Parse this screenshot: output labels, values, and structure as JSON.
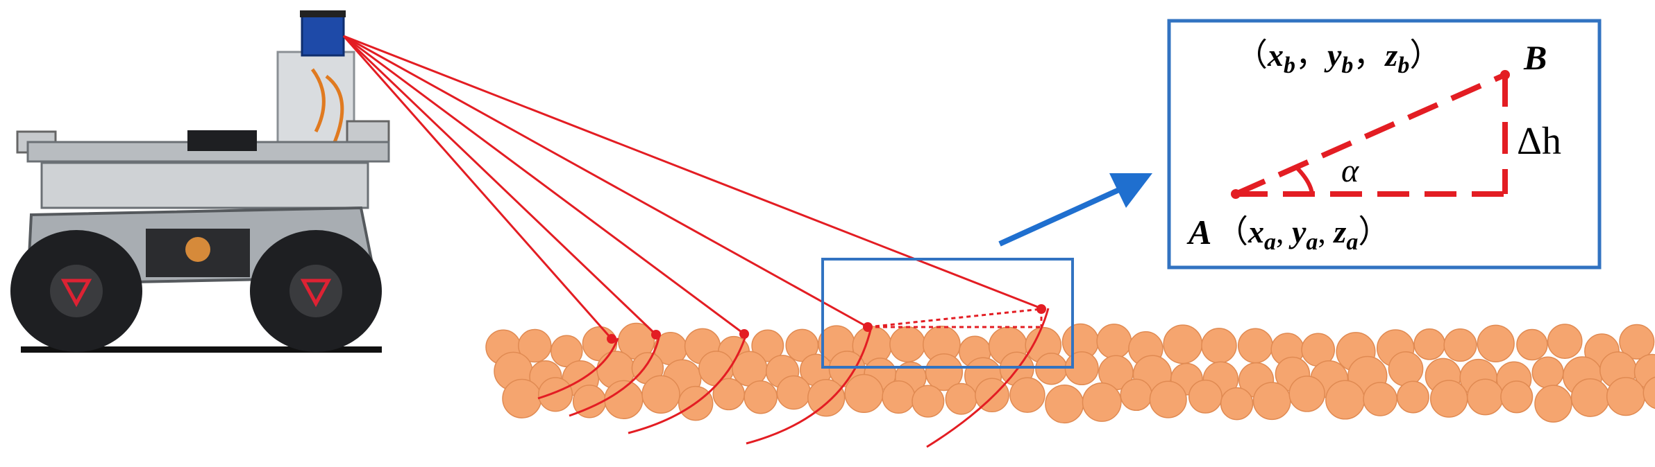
{
  "colors": {
    "ray": "#e31d23",
    "highlight_box": "#3273c1",
    "arrow": "#1f6fcf",
    "particle_fill": "#f5a56f",
    "particle_stroke": "#e08a52",
    "robot_body": "#9ea3a8",
    "robot_dark": "#1e1f22",
    "lidar": "#1e4aa8"
  },
  "icons": {
    "robot": "wheeled-robot-with-lidar",
    "lidar": "lidar-sensor-icon"
  },
  "inset": {
    "point_a_label": "A",
    "point_b_label": "B",
    "angle_label": "α",
    "height_label": "Δh",
    "coord_a": {
      "open": "（",
      "x": "x",
      "xs": "a",
      "sep1": ", ",
      "y": "y",
      "ys": "a",
      "sep2": ", ",
      "z": "z",
      "zs": "a",
      "close": "）"
    },
    "coord_b": {
      "open": "（",
      "x": "x",
      "xs": "b",
      "sep1": "，",
      "y": "y",
      "ys": "b",
      "sep2": "，",
      "z": "z",
      "zs": "b",
      "close": "）"
    }
  }
}
